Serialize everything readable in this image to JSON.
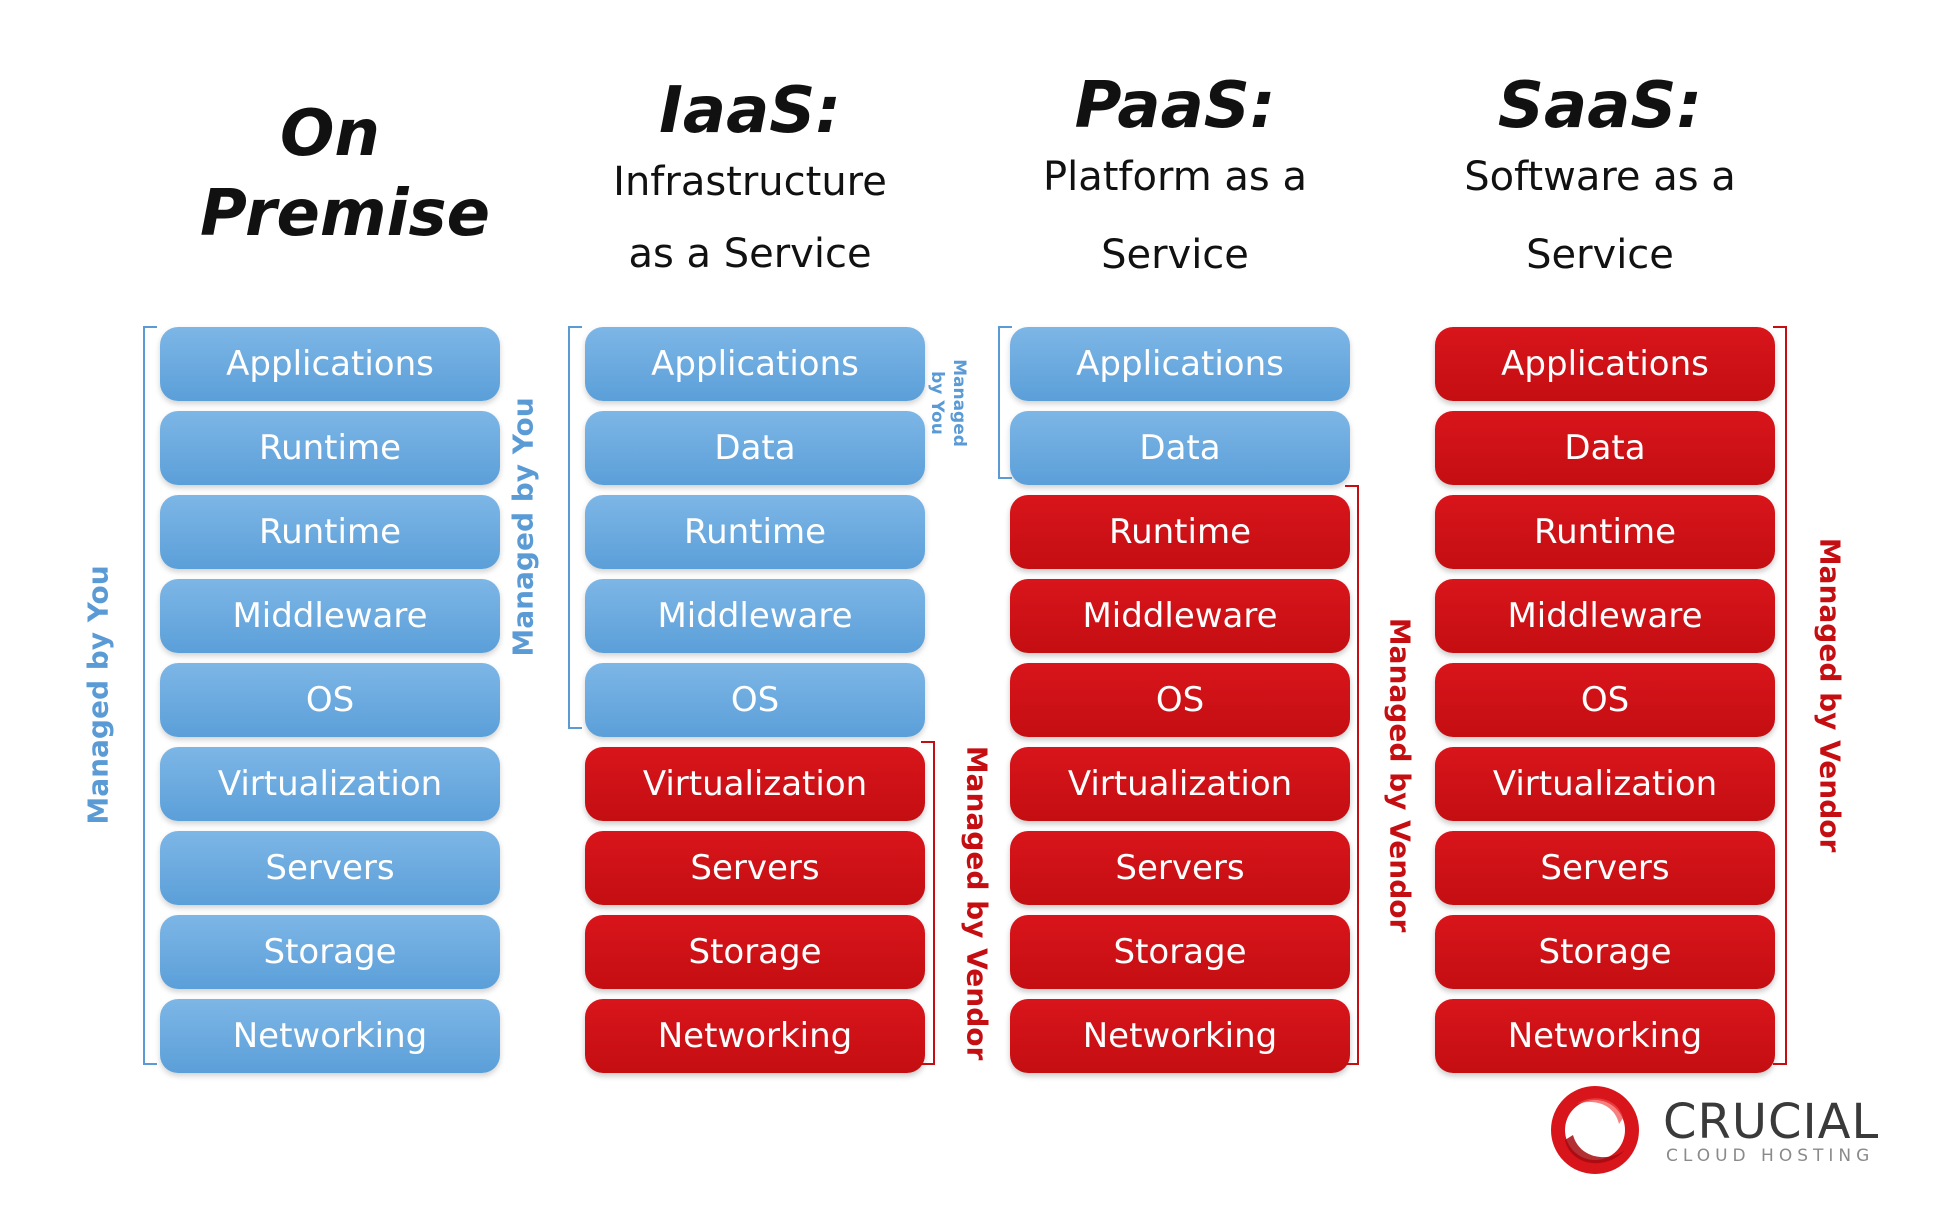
{
  "columns": [
    {
      "title_lines": [
        "On",
        "Premise"
      ],
      "layers": [
        "Applications",
        "Runtime",
        "Runtime",
        "Middleware",
        "OS",
        "Virtualization",
        "Servers",
        "Storage",
        "Networking"
      ]
    },
    {
      "title": "IaaS:",
      "subtitle_lines": [
        "Infrastructure",
        "as a Service"
      ],
      "layers": [
        "Applications",
        "Data",
        "Runtime",
        "Middleware",
        "OS",
        "Virtualization",
        "Servers",
        "Storage",
        "Networking"
      ]
    },
    {
      "title": "PaaS:",
      "subtitle_lines": [
        "Platform as a",
        "Service"
      ],
      "layers": [
        "Applications",
        "Data",
        "Runtime",
        "Middleware",
        "OS",
        "Virtualization",
        "Servers",
        "Storage",
        "Networking"
      ]
    },
    {
      "title": "SaaS:",
      "subtitle_lines": [
        "Software as a",
        "Service"
      ],
      "layers": [
        "Applications",
        "Data",
        "Runtime",
        "Middleware",
        "OS",
        "Virtualization",
        "Servers",
        "Storage",
        "Networking"
      ]
    }
  ],
  "labels": {
    "managed_by_you": "Managed by You",
    "managed_by_vendor": "Managed by Vendor",
    "managed_small_1": "Managed",
    "managed_small_2": "by You"
  },
  "logo": {
    "name": "CRUCIAL",
    "tagline": "CLOUD HOSTING"
  },
  "colors": {
    "you": "#5b9fd9",
    "vendor": "#c40e12"
  }
}
